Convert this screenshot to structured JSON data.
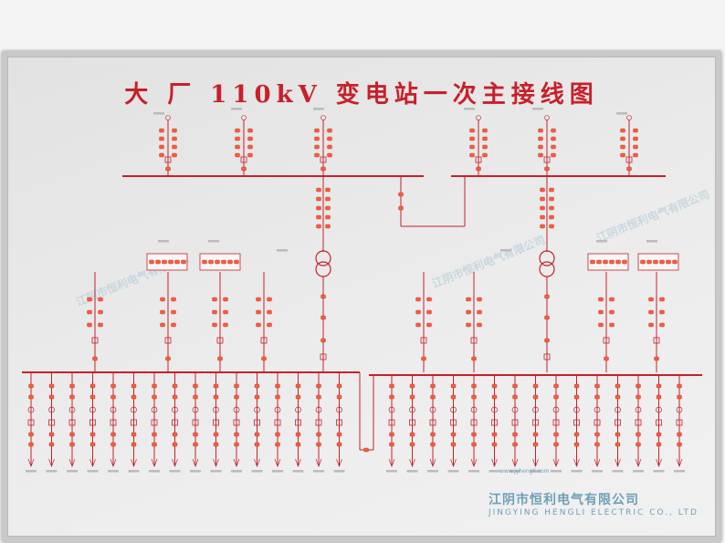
{
  "title": "大 厂 110kV 变电站一次主接线图",
  "watermark": {
    "cn": "江阴市恒利电气有限公司",
    "en": "JINGYING HENGLI ELECTRIC CO., LTD",
    "url": "www.jyhengli.com"
  },
  "colors": {
    "line": "#c8202a",
    "lamp": "#ff5a3c",
    "text": "#444444",
    "watermark": "#6fa0b8"
  }
}
